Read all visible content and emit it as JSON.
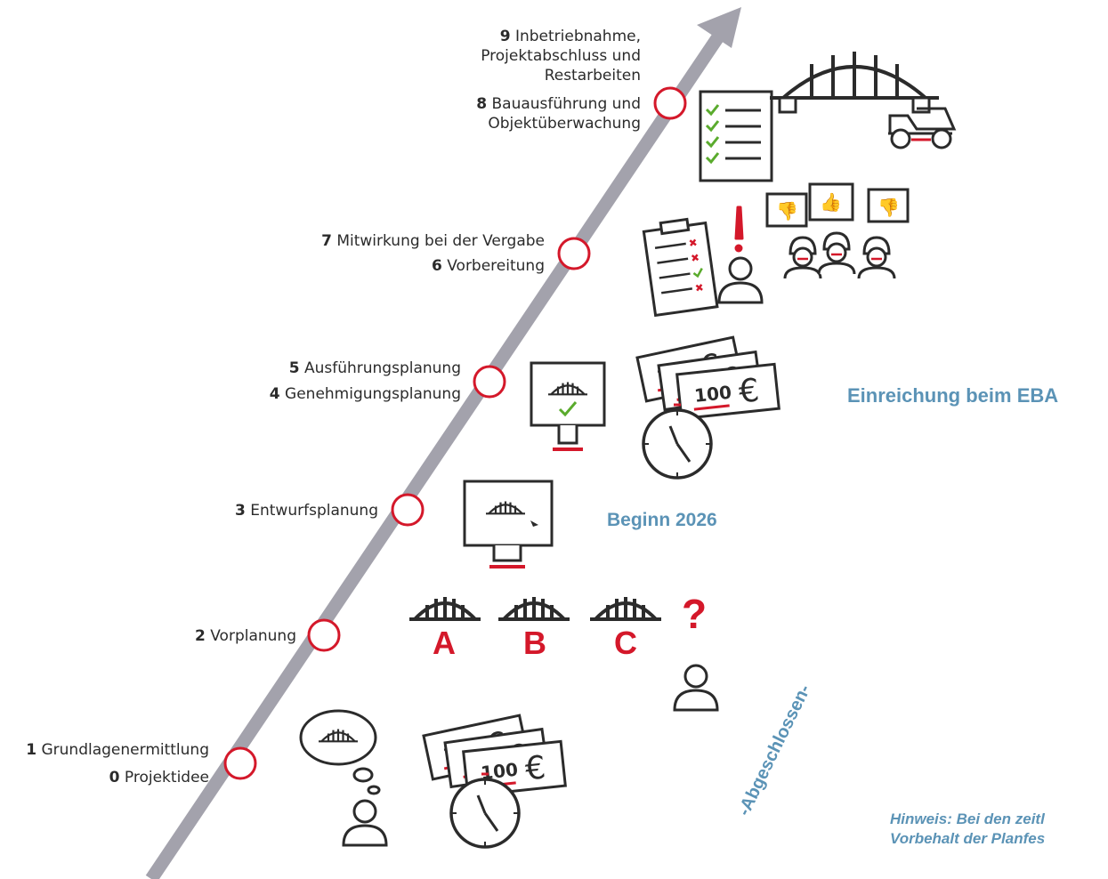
{
  "phases": [
    {
      "num": "9",
      "label": "Inbetriebnahme,",
      "line2": "Projektabschluss und",
      "line3": "Restarbeiten"
    },
    {
      "num": "8",
      "label": "Bauausführung und",
      "line2": "Objektüberwachung"
    },
    {
      "num": "7",
      "label": "Mitwirkung bei der Vergabe"
    },
    {
      "num": "6",
      "label": "Vorbereitung"
    },
    {
      "num": "5",
      "label": "Ausführungsplanung"
    },
    {
      "num": "4",
      "label": "Genehmigungsplanung"
    },
    {
      "num": "3",
      "label": "Entwurfsplanung"
    },
    {
      "num": "2",
      "label": "Vorplanung"
    },
    {
      "num": "1",
      "label": "Grundlagenermittlung"
    },
    {
      "num": "0",
      "label": "Projektidee"
    }
  ],
  "variants": [
    "A",
    "B",
    "C"
  ],
  "question_mark": "?",
  "money_value": "100",
  "currency": "€",
  "notes": {
    "eba": "Einreichung beim EBA",
    "start": "Beginn 2026",
    "done": "-Abgeschlossen-",
    "hint_line1": "Hinweis: Bei den zeitl",
    "hint_line2": "Vorbehalt der Planfes"
  },
  "colors": {
    "arrow": "#a3a2ac",
    "accent": "#d4182a",
    "note": "#5b93b6",
    "check": "#5aab2d",
    "ink": "#2b2b2b"
  }
}
